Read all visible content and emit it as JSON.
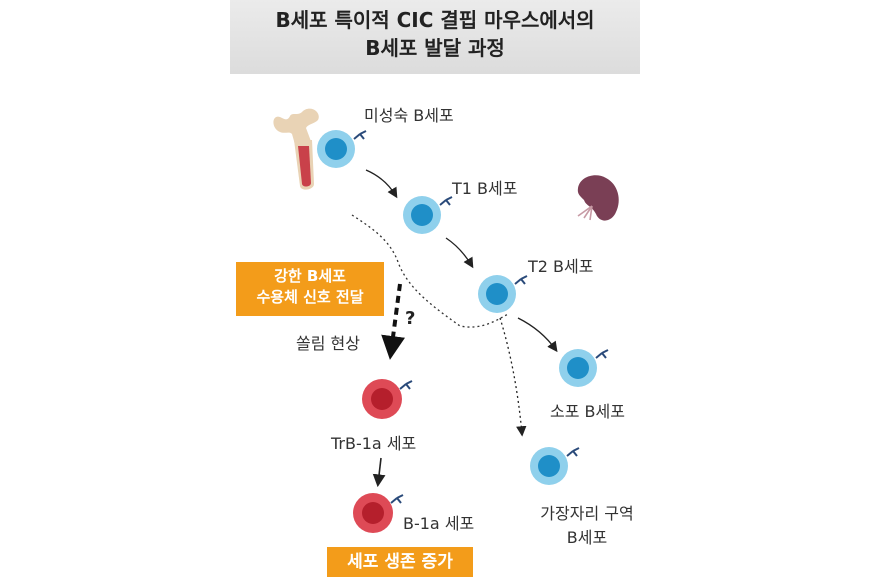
{
  "title": {
    "line1": "B세포 특이적 CIC 결핍 마우스에서의",
    "line2": "B세포 발달 과정"
  },
  "cells": {
    "immature": "미성숙 B세포",
    "t1": "T1 B세포",
    "t2": "T2 B세포",
    "follicular": "소포 B세포",
    "marginal_line1": "가장자리 구역",
    "marginal_line2": "B세포",
    "trb1a": "TrB-1a 세포",
    "b1a": "B-1a 세포"
  },
  "signal_box": {
    "line1": "강한 B세포",
    "line2": "수용체 신호 전달"
  },
  "skew_label": "쏠림 현상",
  "question_mark": "?",
  "survival_box": "세포 생존 증가",
  "colors": {
    "banner": "#e2e2e2",
    "orange": "#f39c1a",
    "blue_cell_outer": "#8fd0ec",
    "blue_cell_inner": "#1f8fc8",
    "red_cell_outer": "#de4a56",
    "red_cell_inner": "#b51f2c",
    "bone": "#e9d3b5",
    "spleen": "#7a3f55"
  },
  "icons": [
    "bone-icon",
    "spleen-icon",
    "receptor-icon"
  ]
}
